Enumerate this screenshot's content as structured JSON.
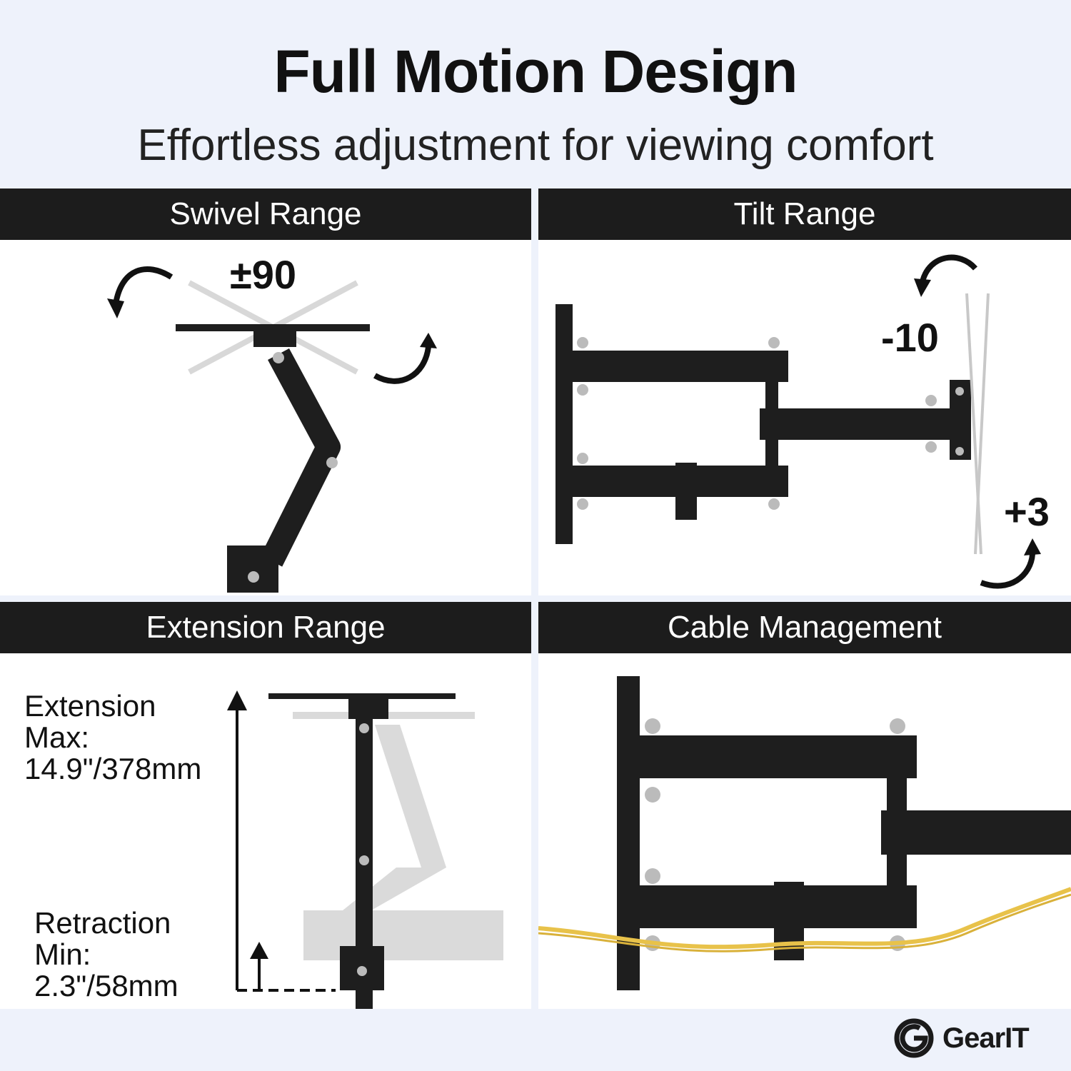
{
  "title": "Full Motion Design",
  "subtitle": "Effortless adjustment for viewing comfort",
  "panels": {
    "swivel": {
      "header": "Swivel Range",
      "angle": "±90"
    },
    "tilt": {
      "header": "Tilt Range",
      "angle_up": "-10",
      "angle_down": "+3"
    },
    "extension": {
      "header": "Extension Range",
      "max_label": "Extension\nMax:\n14.9\"/378mm",
      "min_label": "Retraction\nMin:\n2.3\"/58mm"
    },
    "cable": {
      "header": "Cable Management"
    }
  },
  "brand": {
    "name": "GearIT"
  },
  "colors": {
    "header_bg": "#1c1c1c",
    "page_bg": "#eef2fb",
    "cable": "#e8c24a"
  }
}
